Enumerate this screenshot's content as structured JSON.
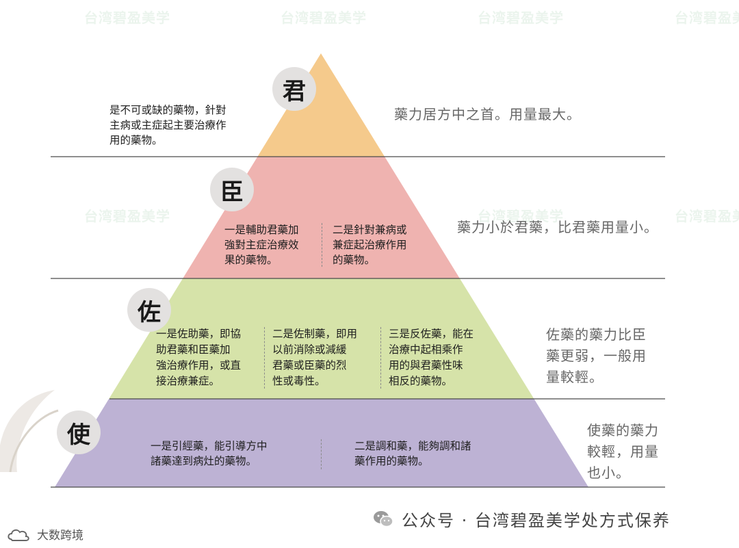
{
  "watermark": "台湾碧盈美学",
  "colors": {
    "jun": "#f5ca8c",
    "chen": "#efb3b0",
    "zuo": "#d6e3a9",
    "shi": "#bdb2d4",
    "line": "#4a4a4a"
  },
  "levels": {
    "jun": {
      "char": "君",
      "desc": [
        "是不可或缺的藥物，針對",
        "主病或主症起主要治療作",
        "用的藥物。"
      ],
      "right": [
        "藥力居方中之首。用量最大。"
      ]
    },
    "chen": {
      "char": "臣",
      "col1": [
        "一是輔助君藥加",
        "強對主症治療效",
        "果的藥物。"
      ],
      "col2": [
        "二是針對兼病或",
        "兼症起治療作用",
        "的藥物。"
      ],
      "right": [
        "藥力小於君藥，比君藥用量小。"
      ]
    },
    "zuo": {
      "char": "佐",
      "col1": [
        "一是佐助藥，即協",
        "助君藥和臣藥加",
        "強治療作用，或直",
        "接治療兼症。"
      ],
      "col2": [
        "二是佐制藥，即用",
        "以前消除或減緩",
        "君藥或臣藥的烈",
        "性或毒性。"
      ],
      "col3": [
        "三是反佐藥，能在",
        "治療中起相乘作",
        "用的與君藥性味",
        "相反的藥物。"
      ],
      "right": [
        "佐藥的藥力比臣",
        "藥更弱，一般用",
        "量較輕。"
      ]
    },
    "shi": {
      "char": "使",
      "col1": [
        "一是引經藥，能引導方中",
        "諸藥達到病灶的藥物。"
      ],
      "col2": [
        "二是調和藥，能夠調和諸",
        "藥作用的藥物。"
      ],
      "right": [
        "使藥的藥力",
        "較輕，用量",
        "也小。"
      ]
    }
  },
  "footer": {
    "text": "公众号 · 台湾碧盈美学处方式保养",
    "icon": "wechat-icon"
  },
  "corner_logo": {
    "text": "大数跨境",
    "icon": "cloud-logo-icon"
  }
}
